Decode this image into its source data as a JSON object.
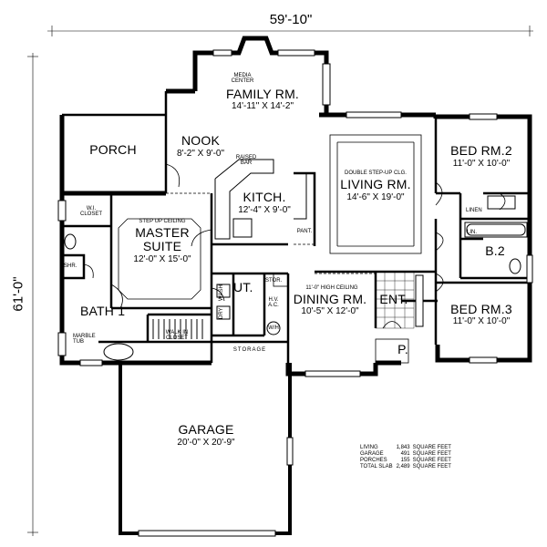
{
  "dimensions": {
    "width": "59'-10\"",
    "depth": "61'-0\""
  },
  "rooms": {
    "family": {
      "name": "FAMILY RM.",
      "size": "14'-11\" X 14'-2\"",
      "note": "MEDIA CENTER"
    },
    "nook": {
      "name": "NOOK",
      "size": "8'-2\" X 9'-0\""
    },
    "porch": {
      "name": "PORCH"
    },
    "kitchen": {
      "name": "KITCH.",
      "size": "12'-4\" X 9'-0\"",
      "bar": "RAISED BAR",
      "pantry": "PANT."
    },
    "living": {
      "name": "LIVING RM.",
      "size": "14'-6\" X 19'-0\"",
      "ceiling": "DOUBLE STEP-UP CLG."
    },
    "bed2": {
      "name": "BED RM.2",
      "size": "11'-0\" X 10'-0\""
    },
    "bed3": {
      "name": "BED RM.3",
      "size": "11'-0\" X 10'-0\""
    },
    "bath2": {
      "name": "B.2",
      "linen": "LINEN",
      "lin": "LIN."
    },
    "master": {
      "name": "MASTER SUITE",
      "line1": "MASTER",
      "line2": "SUITE",
      "size": "12'-0\" X 15'-0\"",
      "ceiling": "STEP UP CEILING",
      "closet": "W.I. CLOSET"
    },
    "bath1": {
      "name": "BATH 1",
      "shower": "SHR.",
      "tub": "MARBLE TUB",
      "walkin": "WALK IN CLOSET"
    },
    "utility": {
      "name": "UT.",
      "dry": "DRY",
      "wash": "WASH",
      "stor": "STOR.",
      "hvac": "H.V. A.C.",
      "wh": "W/H"
    },
    "dining": {
      "name": "DINING RM.",
      "size": "10'-5\" X 12'-0\"",
      "ceiling": "11'-0\" HIGH CEILING"
    },
    "entry": {
      "name": "ENT."
    },
    "front_porch": {
      "name": "P."
    },
    "storage": {
      "name": "STORAGE"
    },
    "garage": {
      "name": "GARAGE",
      "size": "20'-0\" X 20'-9\""
    }
  },
  "area_table": [
    {
      "label": "LIVING",
      "value": "1,843",
      "unit": "SQUARE FEET"
    },
    {
      "label": "GARAGE",
      "value": "491",
      "unit": "SQUARE FEET"
    },
    {
      "label": "PORCHES",
      "value": "155",
      "unit": "SQUARE FEET"
    },
    {
      "label": "TOTAL SLAB",
      "value": "2,489",
      "unit": "SQUARE FEET"
    }
  ]
}
